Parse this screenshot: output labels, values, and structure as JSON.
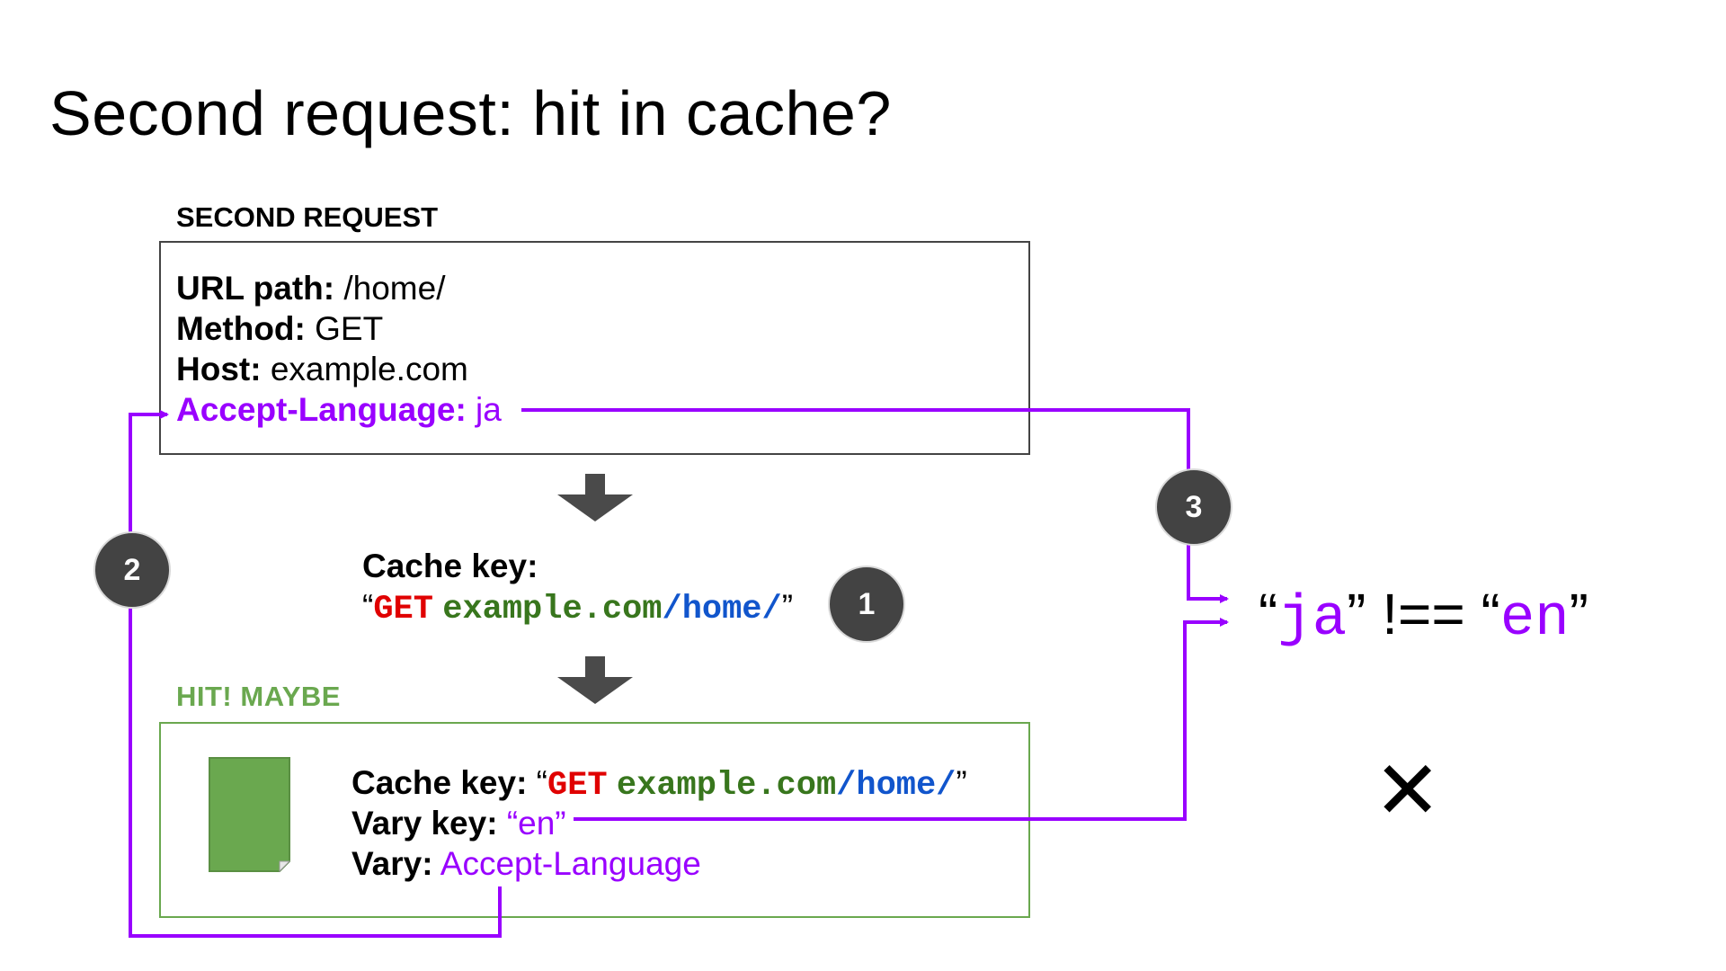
{
  "title": "Second request: hit in cache?",
  "second_request": {
    "heading": "SECOND REQUEST",
    "url_path_label": "URL path:",
    "url_path_value": "/home/",
    "method_label": "Method",
    "method_colon": ":",
    "method_value": "GET",
    "host_label": "Host:",
    "host_value": "example.com",
    "accept_language_label": "Accept-Language",
    "accept_language_colon": ":",
    "accept_language_value": "ja"
  },
  "cache_key": {
    "label": "Cache key:",
    "open_quote": "“",
    "method": "GET",
    "host": "example.com",
    "path": "/home/",
    "close_quote": "”"
  },
  "hit": {
    "heading": "HIT!  MAYBE",
    "cache_key_label": "Cache key:",
    "open_quote": "“",
    "method": "GET",
    "host": "example.com",
    "path": "/home/",
    "close_quote": "”",
    "vary_key_label": "Vary key:",
    "vary_key_value": "“en”",
    "vary_label": "Vary:",
    "vary_value": "Accept-Language"
  },
  "badges": {
    "one": "1",
    "two": "2",
    "three": "3"
  },
  "comparison": {
    "left_open": "“",
    "left_value": "ja",
    "left_close": "”",
    "operator": " !== ",
    "right_open": "“",
    "right_value": "en",
    "right_close": "”"
  },
  "result_mark": "✕",
  "colors": {
    "purple": "#9900ff",
    "green": "#6aa84f",
    "red": "#e00000",
    "dark_green": "#38761d",
    "blue": "#1155cc",
    "badge": "#434343"
  }
}
